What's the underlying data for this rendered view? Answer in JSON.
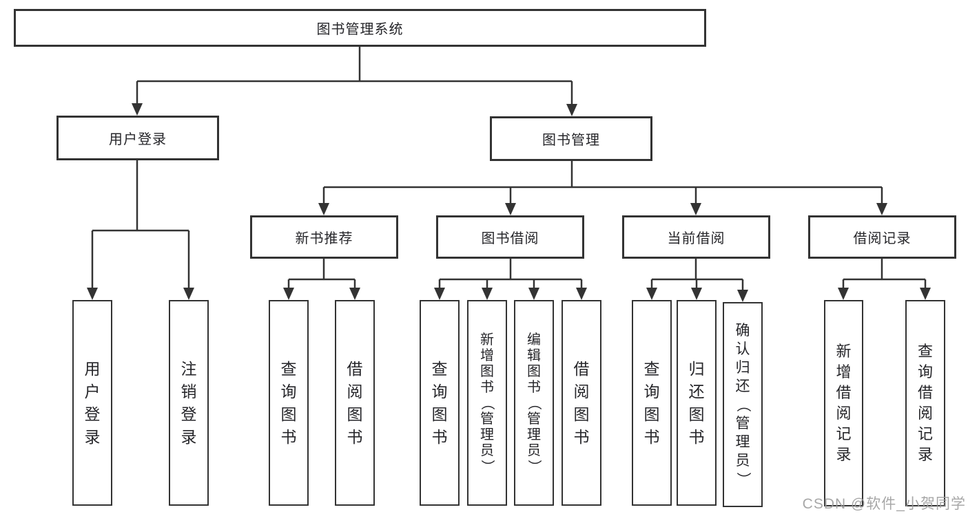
{
  "diagram": {
    "title": "图书管理系统",
    "type": "hierarchy-diagram",
    "colors": {
      "line": "#333333",
      "box_border": "#333333",
      "box_fill": "#ffffff",
      "text": "#26262a",
      "watermark": "#9e9e9e"
    },
    "nodes": {
      "root": {
        "label": "图书管理系统"
      },
      "user_login": {
        "label": "用户登录"
      },
      "book_mgmt": {
        "label": "图书管理"
      },
      "new_rec": {
        "label": "新书推荐"
      },
      "borrow": {
        "label": "图书借阅"
      },
      "current": {
        "label": "当前借阅"
      },
      "record": {
        "label": "借阅记录"
      },
      "ul_login": {
        "label": "用户登录"
      },
      "ul_logout": {
        "label": "注销登录"
      },
      "nr_query": {
        "label": "查询图书"
      },
      "nr_borrow": {
        "label": "借阅图书"
      },
      "bb_query": {
        "label": "查询图书"
      },
      "bb_add": {
        "label": "新增图书（管理员）"
      },
      "bb_edit": {
        "label": "编辑图书（管理员）"
      },
      "bb_borrow": {
        "label": "借阅图书"
      },
      "cb_query": {
        "label": "查询图书"
      },
      "cb_return": {
        "label": "归还图书"
      },
      "cb_confirm": {
        "label": "确认归还（管理员）"
      },
      "br_add": {
        "label": "新增借阅记录"
      },
      "br_query": {
        "label": "查询借阅记录"
      }
    },
    "edges": [
      "图书管理系统→用户登录",
      "图书管理系统→图书管理",
      "用户登录→用户登录",
      "用户登录→注销登录",
      "图书管理→新书推荐",
      "图书管理→图书借阅",
      "图书管理→当前借阅",
      "图书管理→借阅记录",
      "新书推荐→查询图书",
      "新书推荐→借阅图书",
      "图书借阅→查询图书",
      "图书借阅→新增图书（管理员）",
      "图书借阅→编辑图书（管理员）",
      "图书借阅→借阅图书",
      "当前借阅→查询图书",
      "当前借阅→归还图书",
      "当前借阅→确认归还（管理员）",
      "借阅记录→新增借阅记录",
      "借阅记录→查询借阅记录"
    ],
    "watermark": "CSDN @软件_小贺同学"
  }
}
